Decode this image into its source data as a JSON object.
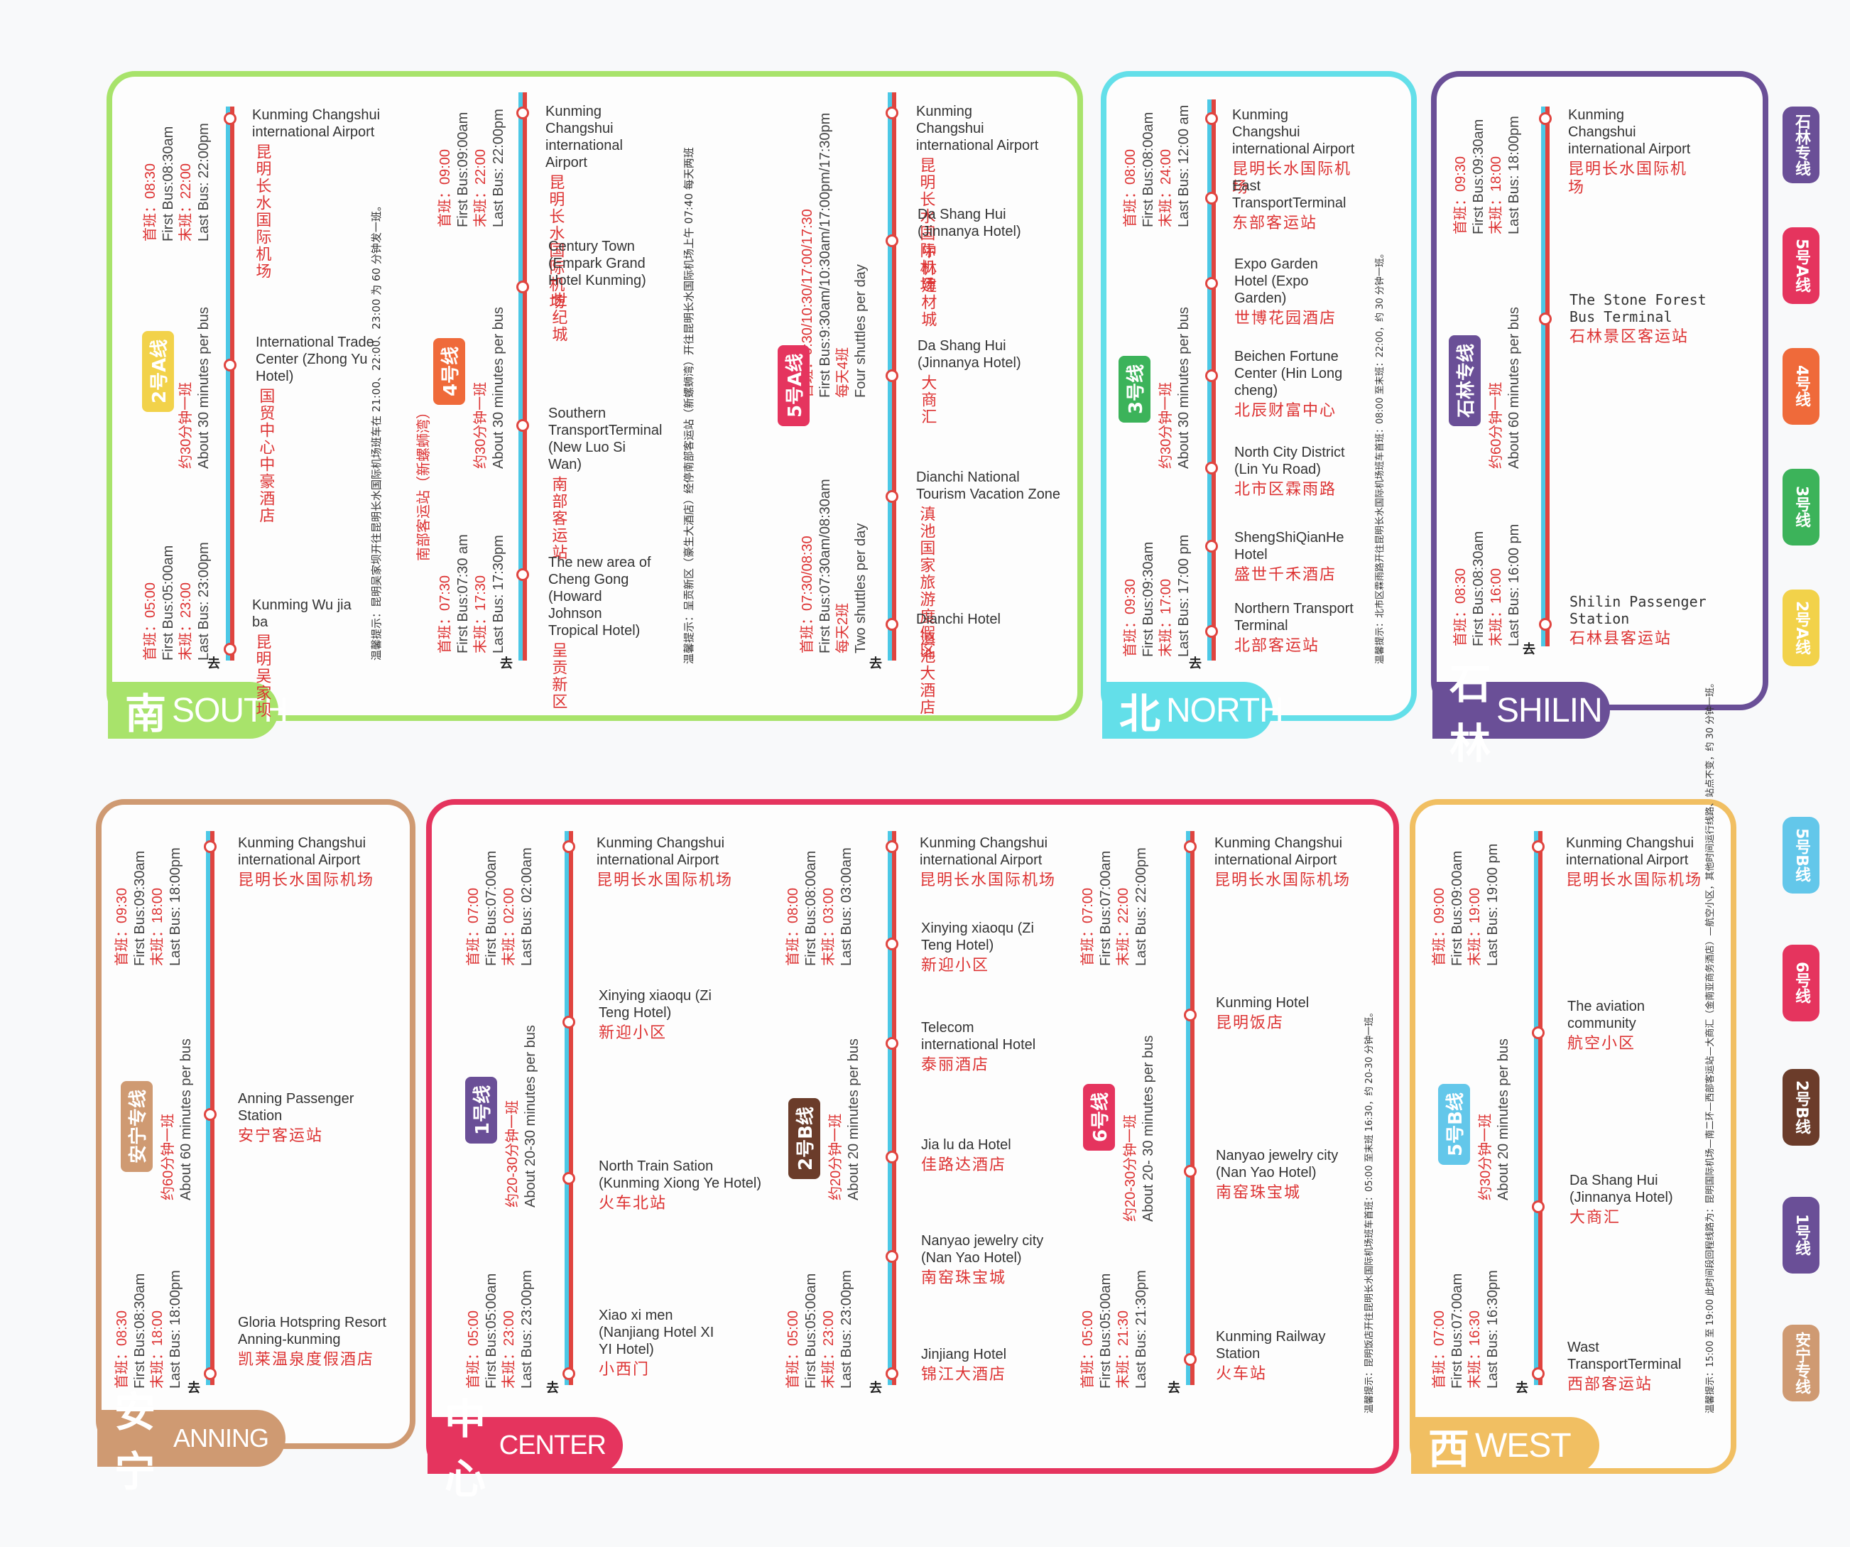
{
  "colors": {
    "south": "#a8e36b",
    "north": "#63dfe9",
    "shilin": "#6a4f97",
    "anning": "#cf9a72",
    "center": "#e5345e",
    "west": "#f1bf62"
  },
  "panels": {
    "south": {
      "cn": "南",
      "en": "SOUTH",
      "routes": [
        {
          "badge": "2号A线",
          "first_top": "首班：08:30",
          "first_top_en": "First Bus:08:30am",
          "last_top": "末班：22:00",
          "last_top_en": "Last Bus: 22:00pm",
          "freq_cn": "约30分钟一班",
          "freq_en": "About 30 minutes per bus",
          "first_bot": "首班：05:00",
          "first_bot_en": "First Bus:05:00am",
          "last_bot": "末班：23:00",
          "last_bot_en": "Last Bus: 23:00pm",
          "stops": [
            {
              "en": "Kunming Changshui international Airport",
              "zh": "昆明长水国际机场"
            },
            {
              "en": "International Trade Center (Zhong Yu Hotel)",
              "zh": "国贸中心中豪酒店"
            },
            {
              "en": "Kunming Wu jia ba",
              "zh": "昆明吴家坝"
            }
          ]
        },
        {
          "badge": "4号线",
          "pre": "南部客运站（新螺蛳湾）",
          "first_top": "首班：09:00",
          "first_top_en": "First Bus:09:00am",
          "last_top": "末班：22:00",
          "last_top_en": "Last Bus: 22:00pm",
          "freq_cn": "约30分钟一班",
          "freq_en": "About 30 minutes per bus",
          "first_bot": "首班：07:30",
          "first_bot_en": "First Bus:07:30 am",
          "last_bot": "末班：17:30",
          "last_bot_en": "Last Bus: 17:30pm",
          "stops": [
            {
              "en": "Kunming Changshui international Airport",
              "zh": "昆明长水国际机场"
            },
            {
              "en": "Century Town (Empark Grand Hotel Kunming)",
              "zh": "世纪城"
            },
            {
              "en": "Southern TransportTerminal (New Luo Si Wan)",
              "zh": "南部客运站"
            },
            {
              "en": "The new area of Cheng Gong (Howard Johnson Tropical Hotel)",
              "zh": "呈贡新区"
            }
          ]
        },
        {
          "badge": "5号A线",
          "first_top": "首班：9:30/10:30/17:00/17:30",
          "first_top_en": "First Bus:9:30am/10:30am/17:00pm/17:30pm",
          "last_top": "每天4班",
          "last_top_en": "Four shuttles per day",
          "first_bot": "首班：07:30/08:30",
          "first_bot_en": "First Bus:07:30am/08:30am",
          "last_bot": "每天2班",
          "last_bot_en": "Two shuttles per day",
          "stops": [
            {
              "en": "Kunming Changshui international Airport",
              "zh": "昆明长水国际机场"
            },
            {
              "en": "Da Shang Hui (Jinnanya Hotel)",
              "zh": "中林建材城"
            },
            {
              "en": "Da Shang Hui (Jinnanya Hotel)",
              "zh": "大商汇"
            },
            {
              "en": "Dianchi National Tourism Vacation Zone",
              "zh": "滇池国家旅游度假区"
            },
            {
              "en": "Dianchi Hotel",
              "zh": "滇池大酒店"
            }
          ]
        }
      ],
      "note1": "温馨提示：昆明吴家坝开往昆明长水国际机场班车在 21:00、22:00、23:00 为 60 分钟发一班。",
      "note2": "温馨提示：呈贡新区（豪生大酒店）经停南部客运站（新螺蛳湾）开往昆明长水国际机场上午 07:40 每天两班"
    },
    "north": {
      "cn": "北",
      "en": "NORTH",
      "route": {
        "badge": "3号线",
        "first_top": "首班：08:00",
        "first_top_en": "First Bus:08:00am",
        "last_top": "末班：24:00",
        "last_top_en": "Last Bus: 12:00 am",
        "freq_cn": "约30分钟一班",
        "freq_en": "About 30 minutes per bus",
        "first_bot": "首班：09:30",
        "first_bot_en": "First Bus:09:30am",
        "last_bot": "末班：17:00",
        "last_bot_en": "Last Bus: 17:00 pm",
        "stops": [
          {
            "en": "Kunming Changshui international Airport",
            "zh": "昆明长水国际机场"
          },
          {
            "en": "East TransportTerminal",
            "zh": "东部客运站"
          },
          {
            "en": "Expo Garden Hotel (Expo Garden)",
            "zh": "世博花园酒店"
          },
          {
            "en": "Beichen Fortune Center (Hin Long cheng)",
            "zh": "北辰财富中心"
          },
          {
            "en": "North City District (Lin Yu Road)",
            "zh": "北市区霖雨路"
          },
          {
            "en": "ShengShiQianHe Hotel",
            "zh": "盛世千禾酒店"
          },
          {
            "en": "Northern Transport Terminal",
            "zh": "北部客运站"
          }
        ]
      },
      "note": "温馨提示：北市区霖雨路开往昆明长水国际机场班车首班：08:00 至末班：22:00，约 30 分钟一班。"
    },
    "shilin": {
      "cn": "石林",
      "en": "SHILIN",
      "route": {
        "badge": "石林专线",
        "first_top": "首班：09:30",
        "first_top_en": "First Bus:09:30am",
        "last_top": "末班：18:00",
        "last_top_en": "Last Bus: 18:00pm",
        "freq_cn": "约60分钟一班",
        "freq_en": "About 60 minutes per bus",
        "first_bot": "首班：08:30",
        "first_bot_en": "First Bus:08:30am",
        "last_bot": "末班：16:00",
        "last_bot_en": "Last Bus: 16:00 pm",
        "stops": [
          {
            "en": "Kunming Changshui international Airport",
            "zh": "昆明长水国际机场"
          },
          {
            "en": "The Stone Forest Bus Terminal",
            "zh": "石林景区客运站"
          },
          {
            "en": "Shilin Passenger Station",
            "zh": "石林县客运站"
          }
        ]
      }
    },
    "anning": {
      "cn": "安宁",
      "en": "ANNING",
      "route": {
        "badge": "安宁专线",
        "first_top": "首班：09:30",
        "first_top_en": "First Bus:09:30am",
        "last_top": "末班：18:00",
        "last_top_en": "Last Bus: 18:00pm",
        "freq_cn": "约60分钟一班",
        "freq_en": "About 60 minutes per bus",
        "first_bot": "首班：08:30",
        "first_bot_en": "First Bus:08:30am",
        "last_bot": "末班：18:00",
        "last_bot_en": "Last Bus: 18:00pm",
        "stops": [
          {
            "en": "Kunming Changshui international Airport",
            "zh": "昆明长水国际机场"
          },
          {
            "en": "Anning Passenger Station",
            "zh": "安宁客运站"
          },
          {
            "en": "Gloria Hotspring Resort Anning-kunming",
            "zh": "凯莱温泉度假酒店"
          }
        ]
      }
    },
    "center": {
      "cn": "中心",
      "en": "CENTER",
      "routes": [
        {
          "badge": "1号线",
          "first_top": "首班：07:00",
          "first_top_en": "First Bus:07:00am",
          "last_top": "末班：02:00",
          "last_top_en": "Last Bus: 02:00am",
          "freq_cn": "约20-30分钟一班",
          "freq_en": "About 20-30 minutes per bus",
          "first_bot": "首班：05:00",
          "first_bot_en": "First Bus:05:00am",
          "last_bot": "末班：23:00",
          "last_bot_en": "Last Bus: 23:00pm",
          "stops": [
            {
              "en": "Kunming Changshui international Airport",
              "zh": "昆明长水国际机场"
            },
            {
              "en": "Xinying xiaoqu (Zi Teng Hotel)",
              "zh": "新迎小区"
            },
            {
              "en": "North Train Sation (Kunming Xiong Ye Hotel)",
              "zh": "火车北站"
            },
            {
              "en": "Xiao xi men (Nanjiang Hotel XI YI Hotel)",
              "zh": "小西门"
            }
          ]
        },
        {
          "badge": "2号B线",
          "first_top": "首班：08:00",
          "first_top_en": "First Bus:08:00am",
          "last_top": "末班：03:00",
          "last_top_en": "Last Bus: 03:00am",
          "freq_cn": "约20分钟一班",
          "freq_en": "About 20 minutes per bus",
          "first_bot": "首班：05:00",
          "first_bot_en": "First Bus:05:00am",
          "last_bot": "末班：23:00",
          "last_bot_en": "Last Bus: 23:00pm",
          "stops": [
            {
              "en": "Kunming Changshui international Airport",
              "zh": "昆明长水国际机场"
            },
            {
              "en": "Xinying xiaoqu (Zi Teng Hotel)",
              "zh": "新迎小区"
            },
            {
              "en": "Telecom international Hotel",
              "zh": "泰丽酒店"
            },
            {
              "en": "Jia lu da Hotel",
              "zh": "佳路达酒店"
            },
            {
              "en": "Nanyao jewelry city (Nan Yao Hotel)",
              "zh": "南窑珠宝城"
            },
            {
              "en": "Jinjiang Hotel",
              "zh": "锦江大酒店"
            }
          ]
        },
        {
          "badge": "6号线",
          "first_top": "首班：07:00",
          "first_top_en": "First Bus:07:00am",
          "last_top": "末班：22:00",
          "last_top_en": "Last Bus: 22:00pm",
          "freq_cn": "约20-30分钟一班",
          "freq_en": "About 20- 30 minutes per bus",
          "first_bot": "首班：05:00",
          "first_bot_en": "First Bus:05:00am",
          "last_bot": "末班：21:30",
          "last_bot_en": "Last Bus: 21:30pm",
          "stops": [
            {
              "en": "Kunming Changshui international Airport",
              "zh": "昆明长水国际机场"
            },
            {
              "en": "Kunming Hotel",
              "zh": "昆明饭店"
            },
            {
              "en": "Nanyao jewelry city (Nan Yao Hotel)",
              "zh": "南窑珠宝城"
            },
            {
              "en": "Kunming Railway Station",
              "zh": "火车站"
            }
          ]
        }
      ],
      "note": "温馨提示：昆明饭店开往昆明长水国际机场班车首班：05:00 至末班 16:30，约 20-30 分钟一班。"
    },
    "west": {
      "cn": "西",
      "en": "WEST",
      "route": {
        "badge": "5号B线",
        "first_top": "首班：09:00",
        "first_top_en": "First Bus:09:00am",
        "last_top": "末班：19:00",
        "last_top_en": "Last Bus: 19:00 pm",
        "freq_cn": "约30分钟一班",
        "freq_en": "About 20 minutes per bus",
        "first_bot": "首班：07:00",
        "first_bot_en": "First Bus:07:00am",
        "last_bot": "末班：16:30",
        "last_bot_en": "Last Bus: 16:30pm",
        "stops": [
          {
            "en": "Kunming Changshui international Airport",
            "zh": "昆明长水国际机场"
          },
          {
            "en": "The aviation community",
            "zh": "航空小区"
          },
          {
            "en": "Da Shang Hui (Jinnanya Hotel)",
            "zh": "大商汇"
          },
          {
            "en": "Wast TransportTerminal",
            "zh": "西部客运站"
          }
        ]
      },
      "note": "温馨提示：15:00 至 19:00 此时间段回程线路为：昆明国际机场—南二环—西部客运站—大商汇（金南亚商务酒店）—航空小区，其他时间运行线路、站点不变，约 30 分钟一班。"
    }
  },
  "side_top": [
    {
      "label": "石林专线",
      "color": "#6a4f97"
    },
    {
      "label": "5号A线",
      "color": "#e5345e"
    },
    {
      "label": "4号线",
      "color": "#ef6a3a"
    },
    {
      "label": "3号线",
      "color": "#3cb35a"
    },
    {
      "label": "2号A线",
      "color": "#f2d24a"
    }
  ],
  "side_bottom": [
    {
      "label": "5号B线",
      "color": "#63c7ea"
    },
    {
      "label": "6号线",
      "color": "#e5345e"
    },
    {
      "label": "2号B线",
      "color": "#6b3c2a"
    },
    {
      "label": "1号线",
      "color": "#6a4f97"
    },
    {
      "label": "安宁专线",
      "color": "#cf9a72"
    }
  ],
  "end_label": "去",
  "top_icon": "airport-icon"
}
